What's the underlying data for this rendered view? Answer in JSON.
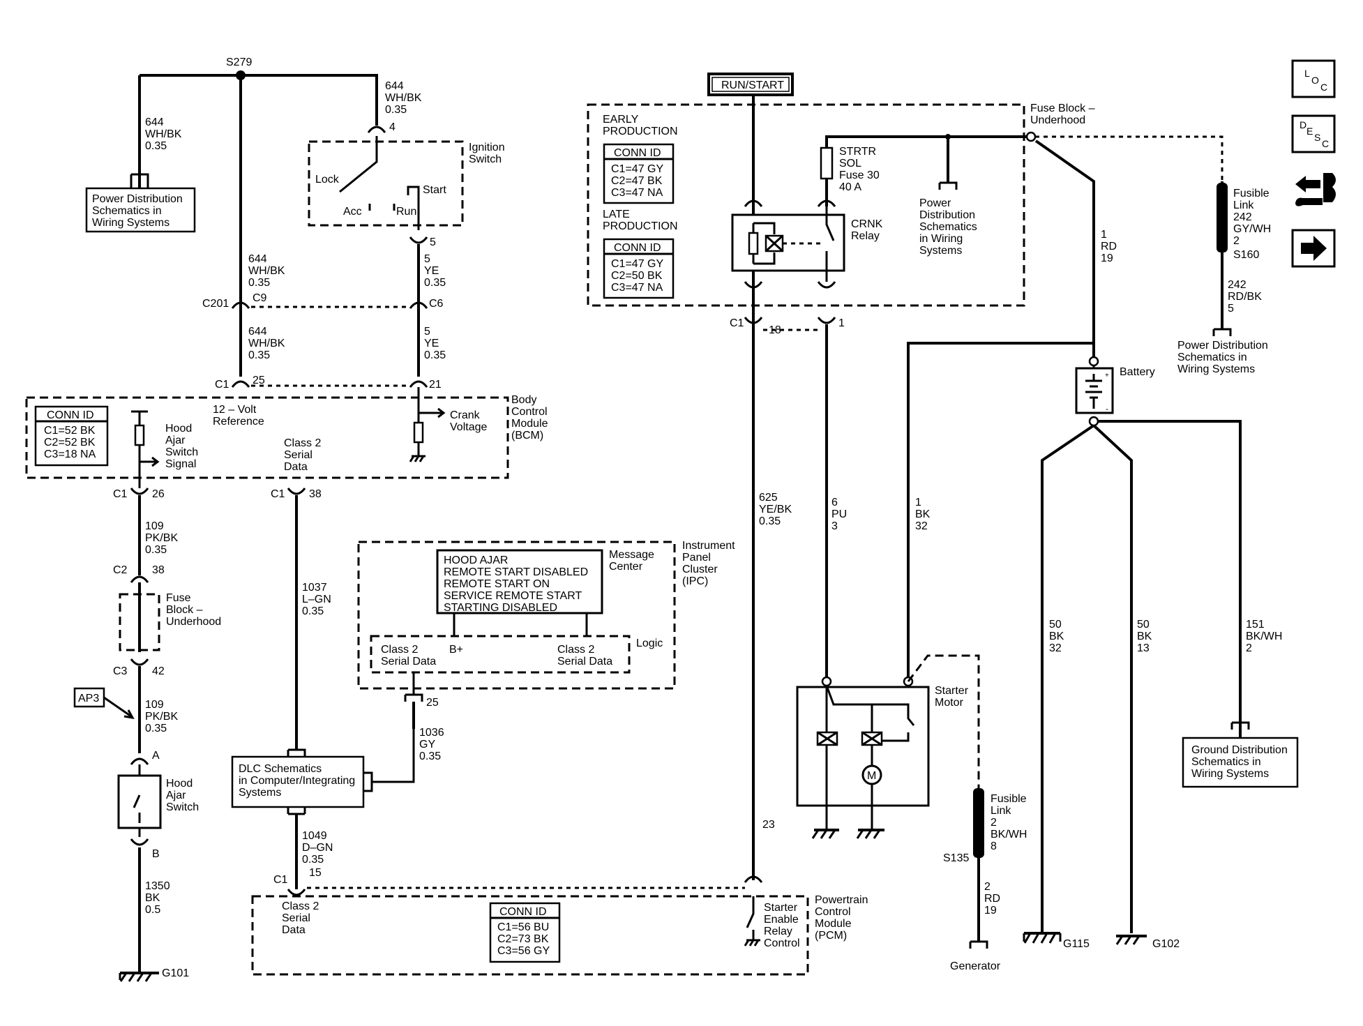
{
  "splices": {
    "s279": "S279",
    "s160": "S160",
    "s135": "S135"
  },
  "wires": {
    "w644_a": [
      "644",
      "WH/BK",
      "0.35"
    ],
    "w644_b": [
      "644",
      "WH/BK",
      "0.35"
    ],
    "w644_c": [
      "644",
      "WH/BK",
      "0.35"
    ],
    "w644_d": [
      "644",
      "WH/BK",
      "0.35"
    ],
    "w5_a": [
      "5",
      "YE",
      "0.35"
    ],
    "w5_b": [
      "5",
      "YE",
      "0.35"
    ],
    "w109_a": [
      "109",
      "PK/BK",
      "0.35"
    ],
    "w109_b": [
      "109",
      "PK/BK",
      "0.35"
    ],
    "w1350": [
      "1350",
      "BK",
      "0.5"
    ],
    "w1037": [
      "1037",
      "L–GN",
      "0.35"
    ],
    "w1036": [
      "1036",
      "GY",
      "0.35"
    ],
    "w1049": [
      "1049",
      "D–GN",
      "0.35"
    ],
    "w625": [
      "625",
      "YE/BK",
      "0.35"
    ],
    "w6": [
      "6",
      "PU",
      "3"
    ],
    "w1bk": [
      "1",
      "BK",
      "32"
    ],
    "w1rd": [
      "1",
      "RD",
      "19"
    ],
    "w242": [
      "242",
      "RD/BK",
      "5"
    ],
    "w50_32": [
      "50",
      "BK",
      "32"
    ],
    "w50_13": [
      "50",
      "BK",
      "13"
    ],
    "w151": [
      "151",
      "BK/WH",
      "2"
    ],
    "w2rd": [
      "2",
      "RD",
      "19"
    ]
  },
  "connectors": {
    "c201": "C201",
    "c9": "C9",
    "c6": "C6",
    "c1": "C1",
    "p25": "25",
    "p21": "21",
    "p26": "26",
    "p38": "38",
    "c2": "C2",
    "p38b": "38",
    "c3": "C3",
    "p42": "42",
    "pa": "A",
    "pb": "B",
    "p25ipc": "25",
    "p15": "15",
    "p23": "23",
    "p18": "18",
    "p1": "1",
    "p4": "4",
    "p5": "5"
  },
  "components": {
    "pds_left": [
      "Power Distribution",
      "Schematics in",
      "Wiring Systems"
    ],
    "ignition_switch": [
      "Ignition",
      "Switch"
    ],
    "ign_lock": "Lock",
    "ign_acc": "Acc",
    "ign_run": "Run",
    "ign_start": "Start",
    "bcm": [
      "Body",
      "Control",
      "Module",
      "(BCM)"
    ],
    "bcm_ref": [
      "12 – Volt",
      "Reference"
    ],
    "bcm_hood": [
      "Hood",
      "Ajar",
      "Switch",
      "Signal"
    ],
    "bcm_crank": [
      "Crank",
      "Voltage"
    ],
    "bcm_serial": [
      "Class 2",
      "Serial",
      "Data"
    ],
    "fuse_block_left": [
      "Fuse",
      "Block –",
      "Underhood"
    ],
    "ap3": "AP3",
    "hood_switch": [
      "Hood",
      "Ajar",
      "Switch"
    ],
    "g101": "G101",
    "ipc": [
      "Instrument",
      "Panel",
      "Cluster",
      "(IPC)"
    ],
    "message_center": [
      "Message",
      "Center"
    ],
    "messages": [
      "HOOD AJAR",
      "REMOTE START DISABLED",
      "REMOTE START ON",
      "SERVICE REMOTE START",
      "STARTING DISABLED"
    ],
    "logic": "Logic",
    "ipc_serial_left": [
      "Class 2",
      "Serial Data"
    ],
    "ipc_serial_right": [
      "Class 2",
      "Serial Data"
    ],
    "b_plus": "B+",
    "dlc": [
      "DLC Schematics",
      "in Computer/Integrating",
      "Systems"
    ],
    "pcm": [
      "Powertrain",
      "Control",
      "Module",
      "(PCM)"
    ],
    "pcm_serial": [
      "Class 2",
      "Serial",
      "Data"
    ],
    "pcm_relay": [
      "Starter",
      "Enable",
      "Relay",
      "Control"
    ],
    "run_start": "RUN/START",
    "early": [
      "EARLY",
      "PRODUCTION"
    ],
    "late": [
      "LATE",
      "PRODUCTION"
    ],
    "fuse_block_right": [
      "Fuse Block –",
      "Underhood"
    ],
    "fuse": [
      "STRTR",
      "SOL",
      "Fuse 30",
      "40 A"
    ],
    "crnk": [
      "CRNK",
      "Relay"
    ],
    "pds_mid": [
      "Power",
      "Distribution",
      "Schematics",
      "in Wiring",
      "Systems"
    ],
    "fusible_a": [
      "Fusible",
      "Link",
      "242",
      "GY/WH",
      "2"
    ],
    "pds_right": [
      "Power Distribution",
      "Schematics in",
      "Wiring Systems"
    ],
    "battery": "Battery",
    "starter": [
      "Starter",
      "Motor"
    ],
    "motor": "M",
    "fusible_b": [
      "Fusible",
      "Link",
      "2",
      "BK/WH",
      "8"
    ],
    "generator": "Generator",
    "ground_dist": [
      "Ground Distribution",
      "Schematics in",
      "Wiring Systems"
    ],
    "g115": "G115",
    "g102": "G102"
  },
  "conn_tables": {
    "bcm": {
      "title": "CONN ID",
      "rows": [
        "C1=52 BK",
        "C2=52 BK",
        "C3=18 NA"
      ]
    },
    "early": {
      "title": "CONN ID",
      "rows": [
        "C1=47 GY",
        "C2=47 BK",
        "C3=47 NA"
      ]
    },
    "late": {
      "title": "CONN ID",
      "rows": [
        "C1=47 GY",
        "C2=50 BK",
        "C3=47 NA"
      ]
    },
    "pcm": {
      "title": "CONN ID",
      "rows": [
        "C1=56 BU",
        "C2=73 BK",
        "C3=56 GY"
      ]
    }
  },
  "nav_icons": [
    "loc-icon",
    "desc-icon",
    "connector-repair-icon",
    "next-arrow-icon"
  ],
  "nav_text": {
    "loc": [
      "L",
      "O",
      "C"
    ],
    "desc": [
      "D",
      "E",
      "S",
      "C"
    ]
  }
}
